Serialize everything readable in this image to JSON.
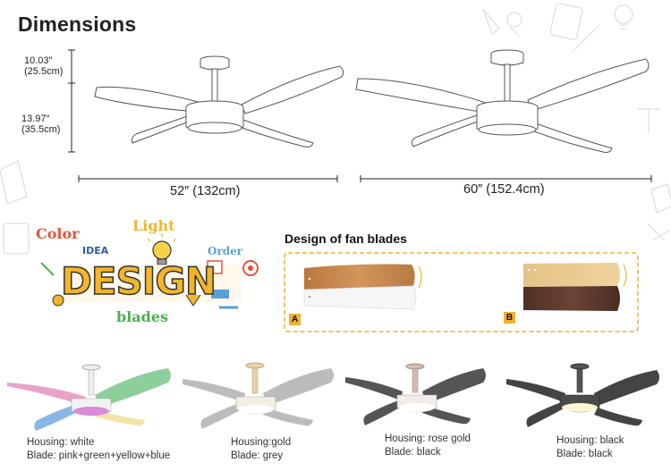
{
  "title": "Dimensions",
  "height_top": {
    "in": "10.03″",
    "cm": "(25.5cm)"
  },
  "height_bottom": {
    "in": "13.97″",
    "cm": "(35.5cm)"
  },
  "width_small": "52″ (132cm)",
  "width_large": "60″ (152.4cm)",
  "logo_words": {
    "color": "Color",
    "light": "Light",
    "idea": "IDEA",
    "order": "Order",
    "design": "DESIGN",
    "blades": "blades"
  },
  "blades_section": {
    "title": "Design of fan blades",
    "option_a": "A",
    "option_b": "B"
  },
  "variants": [
    {
      "housing": "Housing: white",
      "blade": "Blade: pink+green+yellow+blue"
    },
    {
      "housing": "Housing:gold",
      "blade": "Blade: grey"
    },
    {
      "housing": "Housing: rose gold",
      "blade": "Blade: black"
    },
    {
      "housing": "Housing: black",
      "blade": "Blade: black"
    }
  ],
  "colors": {
    "accent": "#f0b030",
    "wood_light": "#c98b4f",
    "wood_dark": "#5a3a2a",
    "pale_wood": "#e8c88e",
    "logo_yellow": "#f3b52a",
    "logo_red": "#e8533a",
    "logo_green": "#4caf50",
    "logo_blue": "#5aa0d8"
  }
}
